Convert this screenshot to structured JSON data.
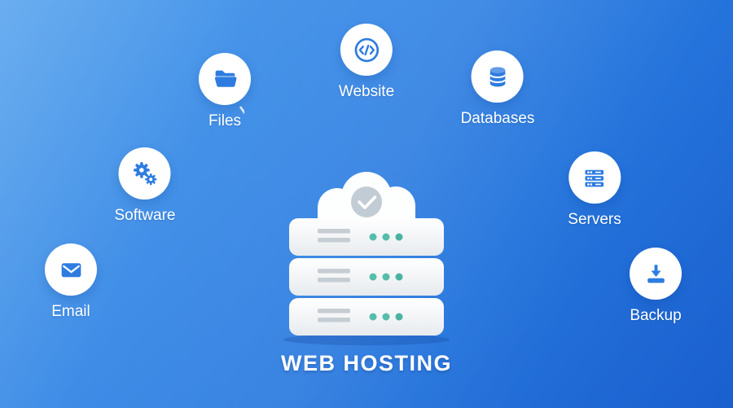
{
  "title": "WEB HOSTING",
  "colors": {
    "background_top": "#5aa5ee",
    "background_bottom": "#1a5fce",
    "icon_blue": "#2e7ce0",
    "server_dot_teal": "#56bdaa",
    "cloud_badge_gray": "#c2ccd4"
  },
  "nodes": [
    {
      "id": "files",
      "label": "Files",
      "icon": "folder-icon"
    },
    {
      "id": "website",
      "label": "Website",
      "icon": "code-icon"
    },
    {
      "id": "databases",
      "label": "Databases",
      "icon": "database-icon"
    },
    {
      "id": "software",
      "label": "Software",
      "icon": "gears-icon"
    },
    {
      "id": "servers",
      "label": "Servers",
      "icon": "server-rack-icon"
    },
    {
      "id": "email",
      "label": "Email",
      "icon": "envelope-icon"
    },
    {
      "id": "backup",
      "label": "Backup",
      "icon": "download-icon"
    }
  ],
  "center": {
    "illustration": "server-stack-with-cloud",
    "badge": "check-icon"
  }
}
